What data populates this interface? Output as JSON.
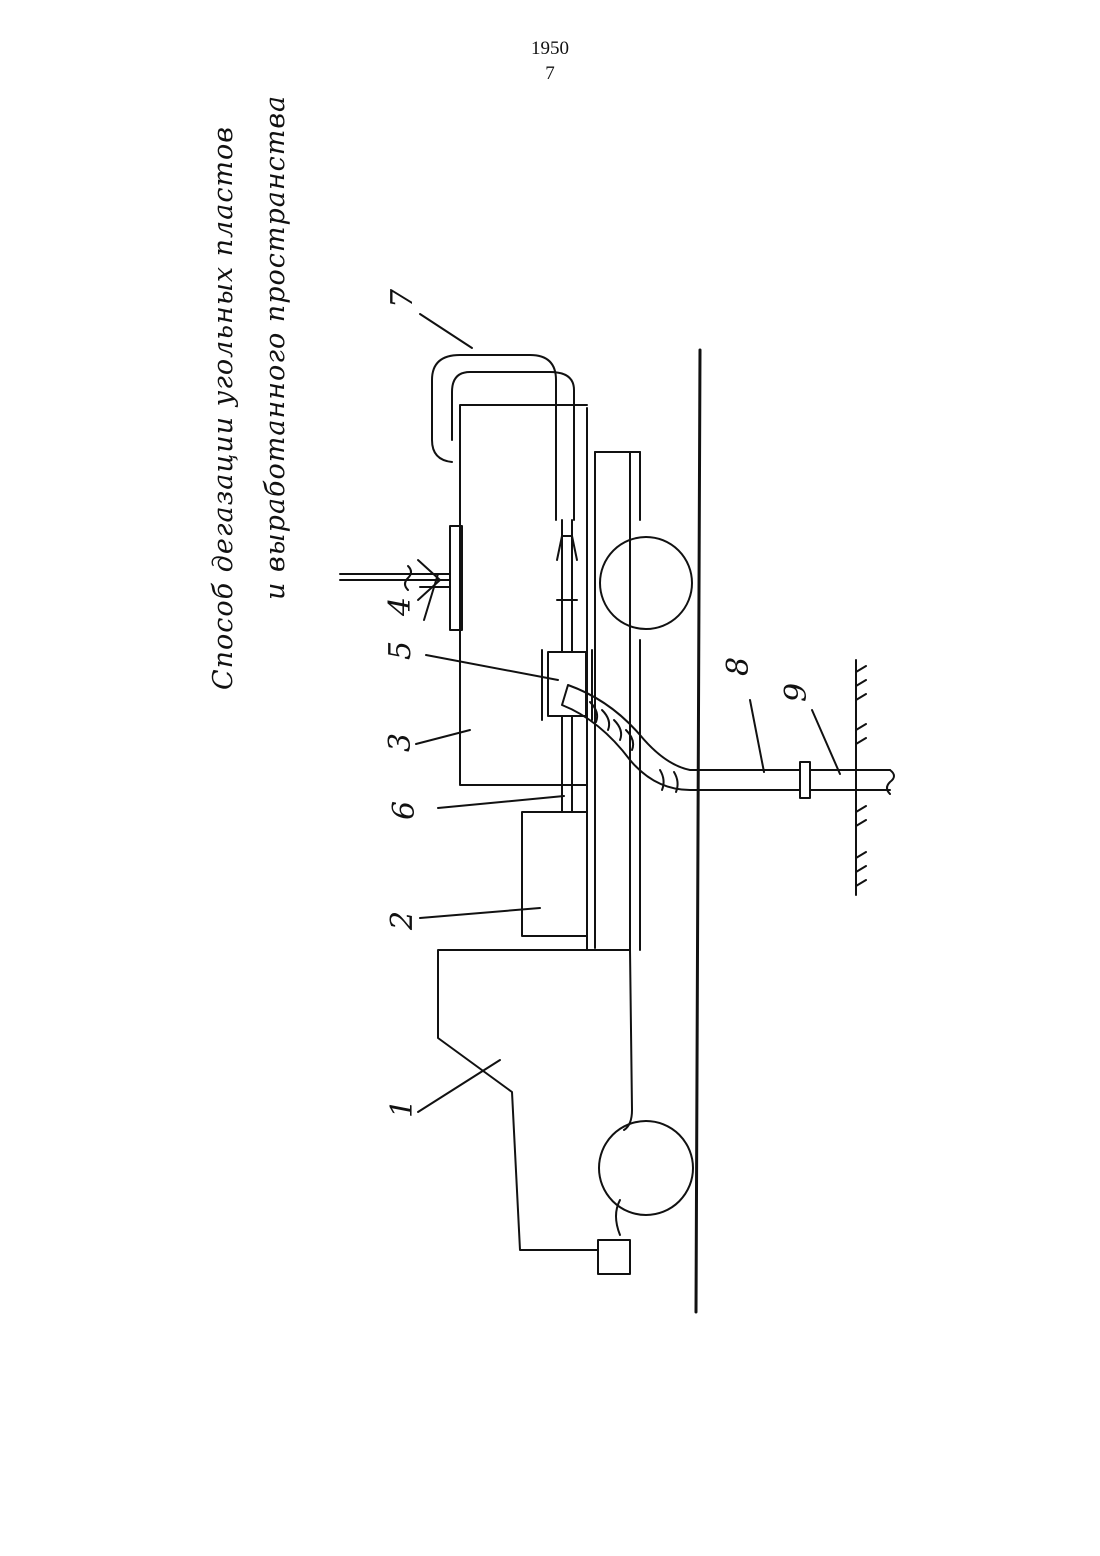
{
  "header": {
    "year": "1950",
    "page_number": "7"
  },
  "figure": {
    "title_line1": "Способ дегазации угольных пластов",
    "title_line2": "и выработанного пространства",
    "callouts": [
      "1",
      "2",
      "3",
      "4",
      "5",
      "6",
      "7",
      "8",
      "9"
    ]
  }
}
